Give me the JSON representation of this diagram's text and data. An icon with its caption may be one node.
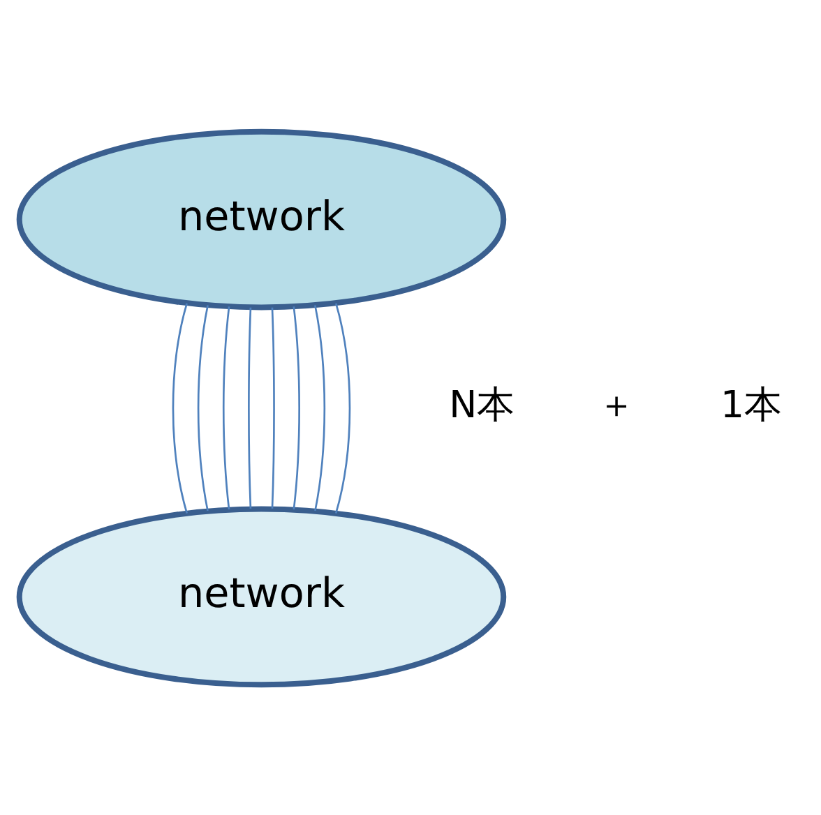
{
  "diagram": {
    "nodes": [
      {
        "text": [
          "network"
        ]
      },
      {
        "text": [
          "network"
        ]
      }
    ],
    "edges": [
      {
        "from": 0,
        "to": 1,
        "arrow": "none"
      },
      {
        "from": 0,
        "to": 1,
        "arrow": "none"
      },
      {
        "from": 0,
        "to": 1,
        "arrow": "none"
      },
      {
        "from": 0,
        "to": 1,
        "arrow": "none"
      },
      {
        "from": 0,
        "to": 1,
        "arrow": "none"
      },
      {
        "from": 0,
        "to": 1,
        "arrow": "none"
      },
      {
        "from": 0,
        "to": 1,
        "arrow": "none"
      },
      {
        "from": 0,
        "to": 1,
        "arrow": "none"
      }
    ],
    "labels": [
      "N本",
      "＋",
      "1本"
    ]
  }
}
